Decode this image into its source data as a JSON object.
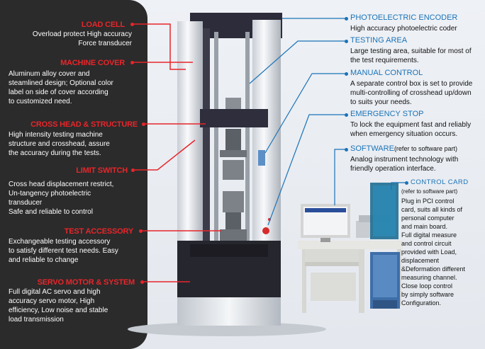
{
  "left_features": [
    {
      "label": "LOAD CELL",
      "desc": "Overload protect High accuracy\nForce transducer"
    },
    {
      "label": "MACHINE COVER",
      "desc": "Aluminum alloy cover and\nsteamlined design; Optional color\nlabel on side of cover according\nto customized need."
    },
    {
      "label": "CROSS HEAD & STRUCTURE",
      "desc": "High intensity testing machine\nstructure and crosshead, assure\nthe accuracy during the tests."
    },
    {
      "label": "LIMIT SWITCH",
      "desc": "Cross head displacement restrict,\nUn-tangency photoelectric\ntransducer\nSafe and reliable to control"
    },
    {
      "label": "TEST ACCESSORY",
      "desc": "Exchangeable testing accessory\nto satisfy different test needs. Easy\nand reliable to change"
    },
    {
      "label": "SERVO MOTOR & SYSTEM",
      "desc": "Full digital AC servo and high\naccuracy servo motor, High\nefficiency, Low noise and stable\nload transmission"
    }
  ],
  "right_features": [
    {
      "label": "PHOTOELECTRIC ENCODER",
      "desc": "High accuracy photoelectric coder"
    },
    {
      "label": "TESTING AREA",
      "desc": "Large testing area, suitable for most of\nthe test requirements."
    },
    {
      "label": "MANUAL CONTROL",
      "desc": "A separate control box is set to provide\nmulti-controlling of crosshead up/down\nto suits your needs."
    },
    {
      "label": "EMERGENCY STOP",
      "desc": "To lock the equipment fast and reliably\nwhen emergency situation occurs."
    },
    {
      "label": "SOFTWARE",
      "label_note": "(refer to software part)",
      "desc": "Analog instrument technology with\nfriendly operation interface."
    },
    {
      "label": "CONTROL CARD",
      "note": "(refer to software part)",
      "desc": "Plug in PCI control\ncard, suits all kinds of\npersonal computer\nand main board.\nFull digital measure\nand control circuit\nprovided with Load,\ndisplacement\n&Deformation different\nmeasuring channel.\nClose loop control\nby simply software\nConfiguration."
    }
  ],
  "colors": {
    "panel": "#2b2b2b",
    "accent_red": "#e8252a",
    "accent_blue": "#1a73b8"
  }
}
